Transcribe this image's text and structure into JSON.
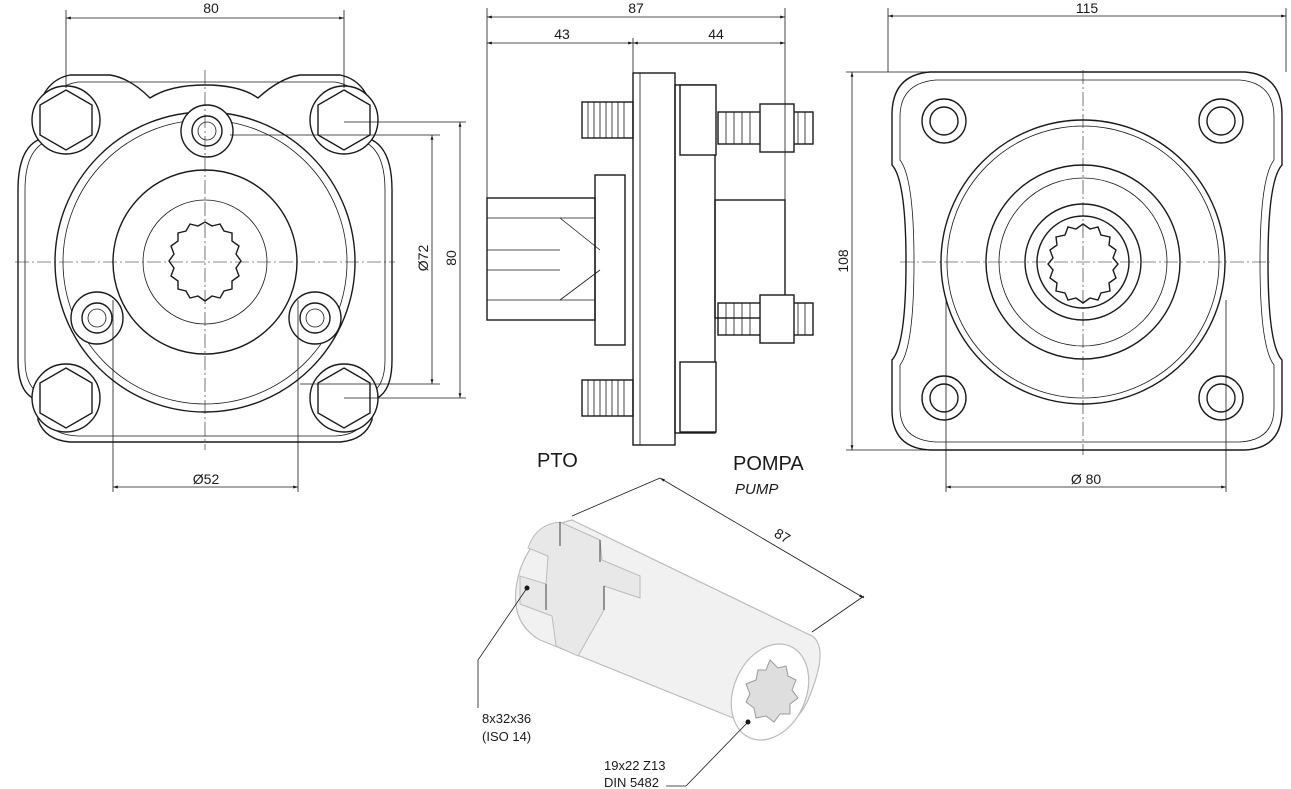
{
  "front_view": {
    "width_dim": "80",
    "height_dim": "80",
    "inner_dia_dim": "Ø72",
    "bottom_dia_dim": "Ø52"
  },
  "side_view": {
    "total_dim": "87",
    "left_dim": "43",
    "right_dim": "44",
    "pto_label": "PTO",
    "pump_label": "POMPA",
    "pump_label_en": "PUMP"
  },
  "rear_view": {
    "width_dim": "115",
    "height_dim": "108",
    "dia_dim": "Ø 80"
  },
  "iso_view": {
    "length_dim": "87",
    "spline_a": [
      "8x32x36",
      "(ISO 14)"
    ],
    "spline_b": [
      "19x22 Z13",
      "DIN 5482"
    ]
  }
}
